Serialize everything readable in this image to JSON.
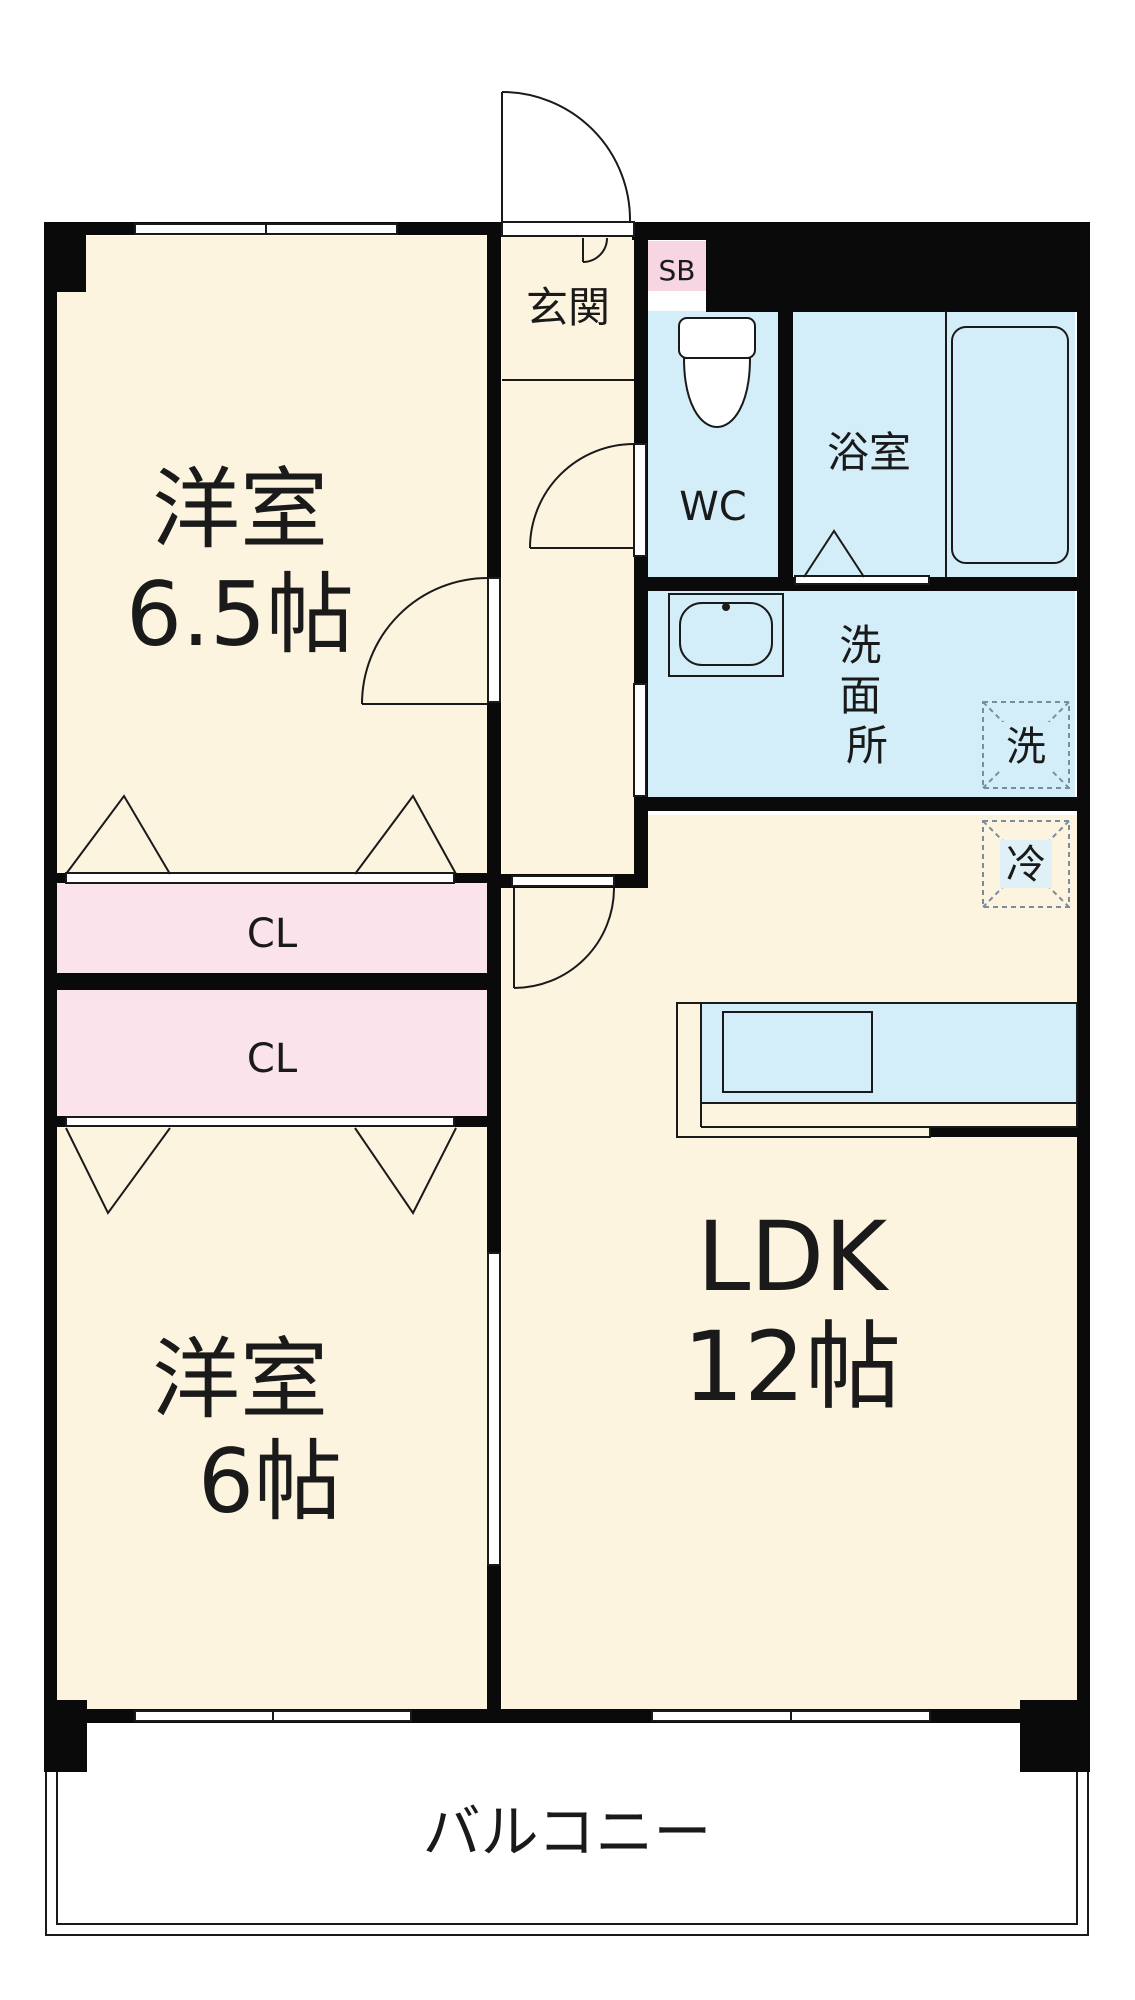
{
  "colors": {
    "wall": "#0a0a0a",
    "room_beige": "#fcf4df",
    "wet_blue": "#d3eef9",
    "closet_pink": "#fbe3ec",
    "stroke": "#1a1a1a",
    "sb_pink": "#f7d5e2",
    "fixture_border": "#8fc9dc"
  },
  "rooms": {
    "bedroom1": {
      "name": "洋室",
      "size": "6.5帖"
    },
    "bedroom2": {
      "name": "洋室",
      "size": "6帖"
    },
    "ldk": {
      "name": "LDK",
      "size": "12帖"
    },
    "entrance": {
      "name": "玄関"
    },
    "shoe_box": {
      "name": "SB"
    },
    "toilet": {
      "name": "WC"
    },
    "bath": {
      "name": "浴室"
    },
    "washroom": {
      "name": "洗面所"
    },
    "closet1": {
      "name": "CL"
    },
    "closet2": {
      "name": "CL"
    },
    "balcony": {
      "name": "バルコニー"
    }
  },
  "markers": {
    "washer": "洗",
    "fridge": "冷"
  }
}
